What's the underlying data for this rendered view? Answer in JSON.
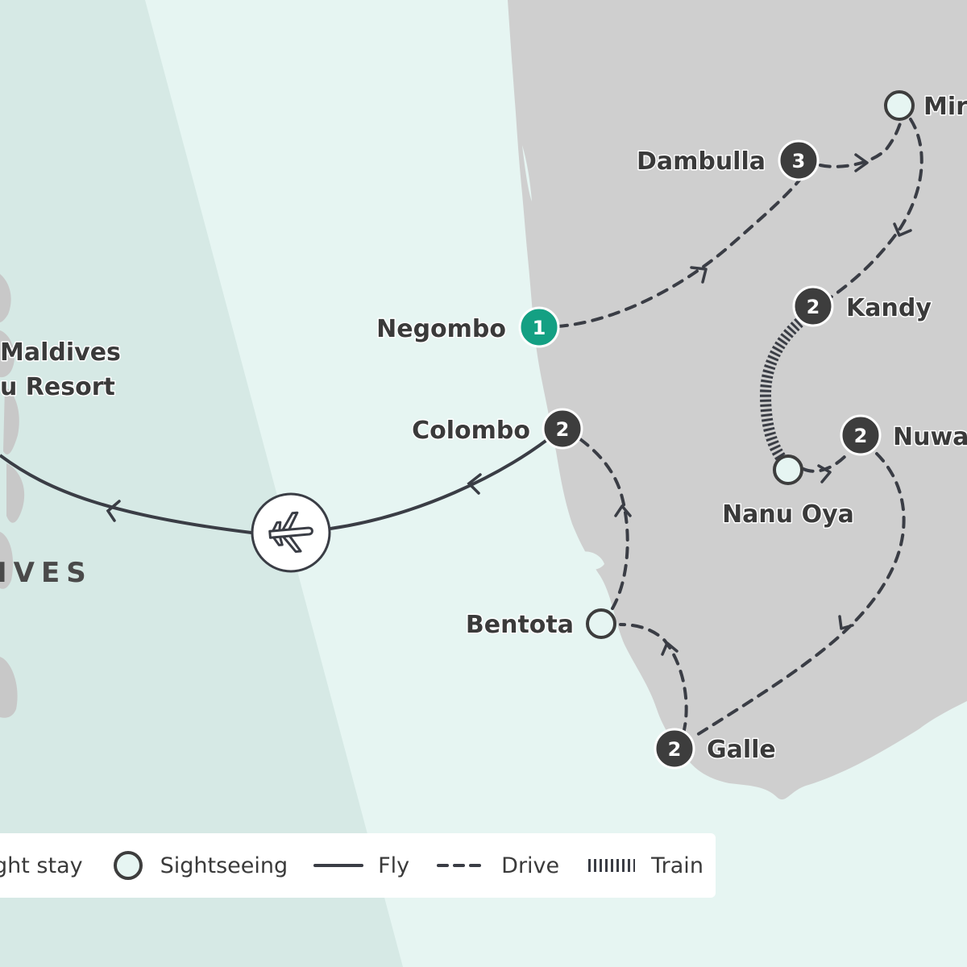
{
  "region_label": "IVES",
  "resort_label_line1": "Maldives",
  "resort_label_line2": "u Resort",
  "stops": [
    {
      "name": "Negombo",
      "nights": "1",
      "type": "start"
    },
    {
      "name": "Dambulla",
      "nights": "3",
      "type": "stay"
    },
    {
      "name": "Mir",
      "nights": "",
      "type": "sightseeing"
    },
    {
      "name": "Kandy",
      "nights": "2",
      "type": "stay"
    },
    {
      "name": "Nanu Oya",
      "nights": "",
      "type": "sightseeing"
    },
    {
      "name": "Nuwa",
      "nights": "2",
      "type": "stay"
    },
    {
      "name": "Colombo",
      "nights": "2",
      "type": "stay"
    },
    {
      "name": "Bentota",
      "nights": "",
      "type": "sightseeing"
    },
    {
      "name": "Galle",
      "nights": "2",
      "type": "stay"
    }
  ],
  "legend": {
    "stay_label": "ght stay",
    "sightseeing_label": "Sightseeing",
    "fly_label": "Fly",
    "drive_label": "Drive",
    "train_label": "Train"
  },
  "colors": {
    "sea": "#e6f5f2",
    "maldives_band": "#d6e9e5",
    "land": "#cfcfcf",
    "route": "#3a3d45",
    "start_marker": "#14a083",
    "stay_marker": "#3d3d3d",
    "sightseeing_marker": "#e6f5f2"
  },
  "icons": {
    "flight": "airplane-icon"
  }
}
